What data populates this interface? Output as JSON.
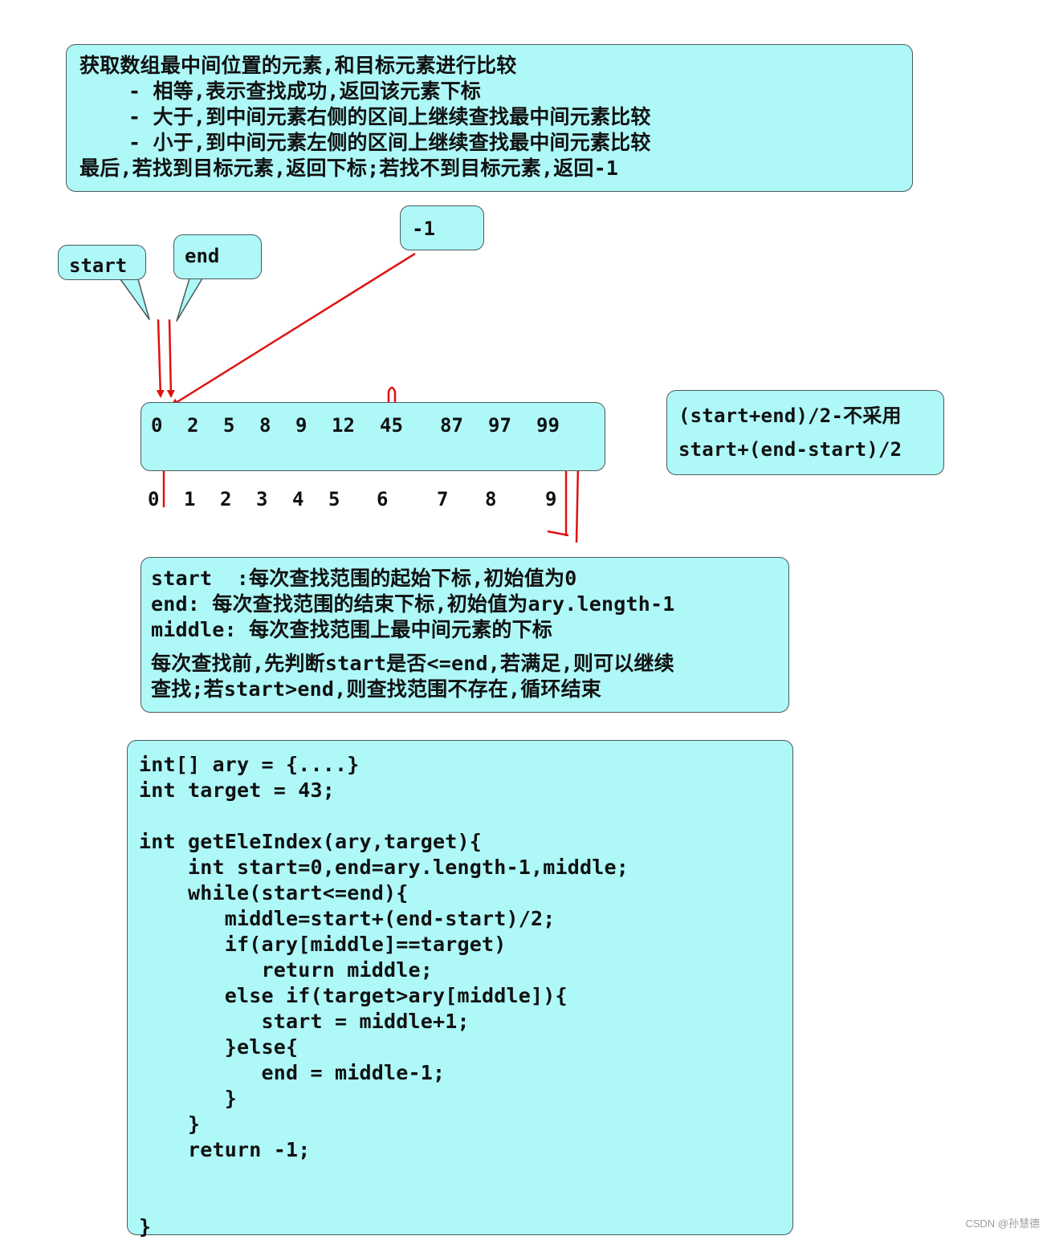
{
  "description_lines": [
    "获取数组最中间位置的元素,和目标元素进行比较",
    "    - 相等,表示查找成功,返回该元素下标",
    "    - 大于,到中间元素右侧的区间上继续查找最中间元素比较",
    "    - 小于,到中间元素左侧的区间上继续查找最中间元素比较",
    "最后,若找到目标元素,返回下标;若找不到目标元素,返回-1"
  ],
  "callouts": {
    "start": "start",
    "end": "end",
    "not_found": "-1"
  },
  "array_values": [
    "0",
    "2",
    "5",
    "8",
    "9",
    "12",
    "45",
    "87",
    "97",
    "99"
  ],
  "array_indices": [
    "0",
    "1",
    "2",
    "3",
    "4",
    "5",
    "6",
    "7",
    "8",
    "9"
  ],
  "formula_lines": [
    "(start+end)/2-不采用",
    "start+(end-start)/2"
  ],
  "variable_lines": [
    "start  :每次查找范围的起始下标,初始值为0",
    "end: 每次查找范围的结束下标,初始值为ary.length-1",
    "middle: 每次查找范围上最中间元素的下标",
    "每次查找前,先判断start是否<=end,若满足,则可以继续",
    "查找;若start>end,则查找范围不存在,循环结束"
  ],
  "code_lines": [
    "int[] ary = {....}",
    "int target = 43;",
    "",
    "int getEleIndex(ary,target){",
    "    int start=0,end=ary.length-1,middle;",
    "    while(start<=end){",
    "       middle=start+(end-start)/2;",
    "       if(ary[middle]==target)",
    "          return middle;",
    "       else if(target>ary[middle]){",
    "          start = middle+1;",
    "       }else{",
    "          end = middle-1;",
    "       }",
    "    }",
    "    return -1;",
    "",
    "",
    "}"
  ],
  "watermark": "CSDN @孙慧德",
  "colors": {
    "box_fill": "#aef8f8",
    "arrow": "#e01010"
  }
}
